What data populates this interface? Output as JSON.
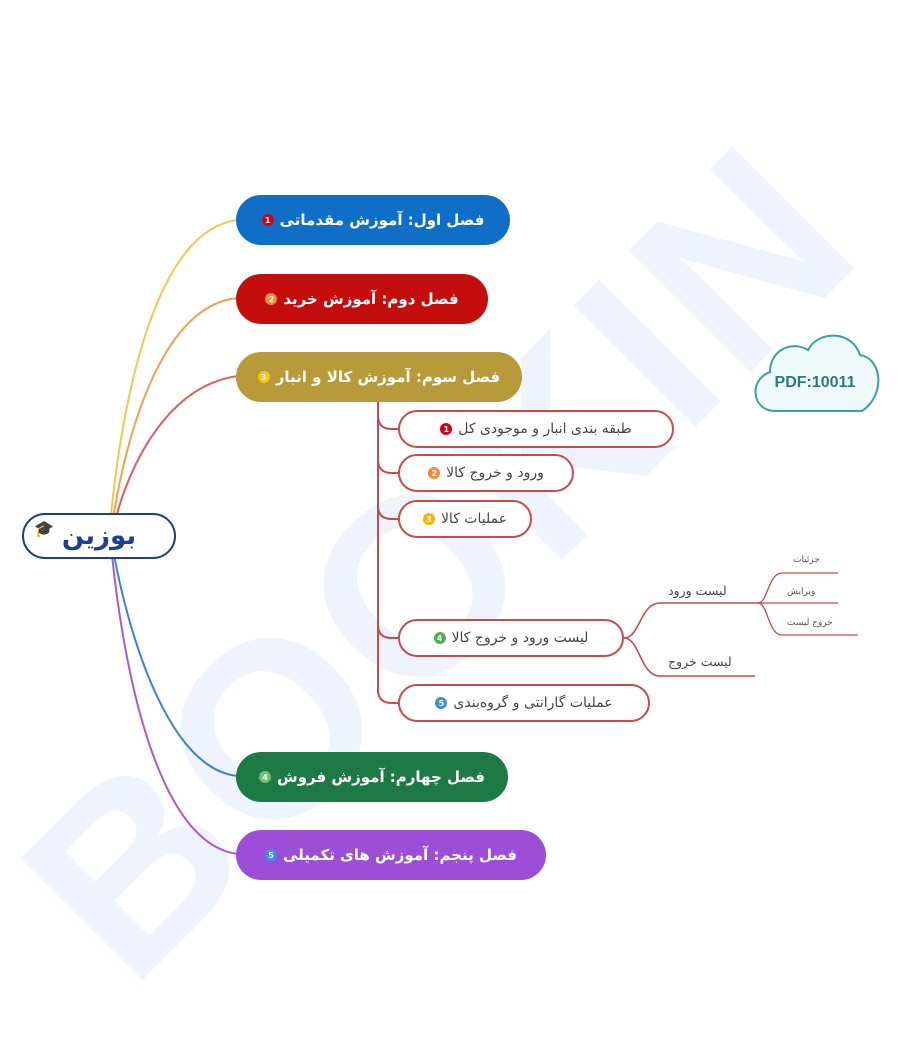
{
  "watermark": "BOOKIN",
  "logo": {
    "text": "بوزین"
  },
  "cloud": {
    "label": "PDF:10011"
  },
  "chapters": [
    {
      "label": "فصل اول: آموزش مقدماتی",
      "num": "1",
      "color": "#0f6fc6",
      "badge_color": "#d0021b"
    },
    {
      "label": "فصل دوم: آموزش خرید",
      "num": "2",
      "color": "#c40d0d",
      "badge_color": "#f08a3c"
    },
    {
      "label": "فصل سوم: آموزش کالا و انبار",
      "num": "3",
      "color": "#b89a3a",
      "badge_color": "#f5c518"
    },
    {
      "label": "فصل چهارم: آموزش فروش",
      "num": "4",
      "color": "#1e7a45",
      "badge_color": "#6fbf73"
    },
    {
      "label": "فصل پنجم: آموزش های تکمیلی",
      "num": "5",
      "color": "#9c4fd6",
      "badge_color": "#3a8ee6"
    }
  ],
  "subtopics": [
    {
      "label": "طبقه بندی انبار و موجودی کل",
      "num": "1",
      "badge_color": "#d0021b"
    },
    {
      "label": "ورود و خروج کالا",
      "num": "2",
      "badge_color": "#f08a3c"
    },
    {
      "label": "عملیات کالا",
      "num": "3",
      "badge_color": "#f5b400"
    },
    {
      "label": "لیست ورود و خروج کالا",
      "num": "4",
      "badge_color": "#4caf50"
    },
    {
      "label": "عملیات گارانتی و گروه‌بندی",
      "num": "5",
      "badge_color": "#3a8ee6"
    }
  ],
  "lists": {
    "entry": "لیست ورود",
    "exit": "لیست خروج",
    "details": [
      "جزئیات",
      "ویرایش",
      "خروج لیست"
    ]
  },
  "branch_color": "#c94a4a"
}
